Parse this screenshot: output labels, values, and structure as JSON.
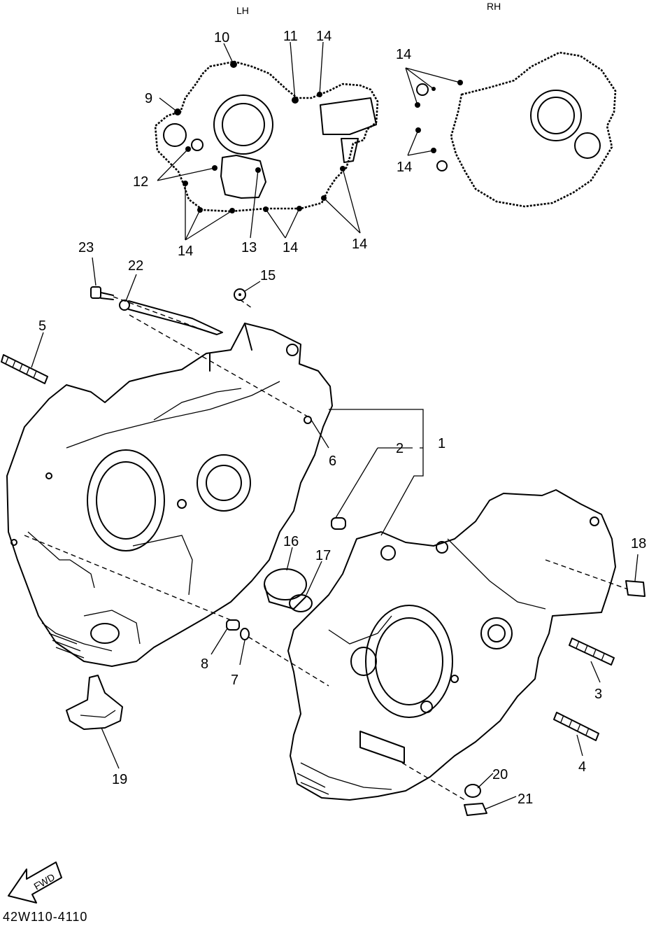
{
  "views": {
    "lh": "LH",
    "rh": "RH"
  },
  "callouts": [
    "1",
    "2",
    "3",
    "4",
    "5",
    "6",
    "7",
    "8",
    "9",
    "10",
    "11",
    "12",
    "13",
    "14",
    "15",
    "16",
    "17",
    "18",
    "19",
    "20",
    "21",
    "22",
    "23"
  ],
  "fwd_label": "FWD",
  "drawing_code": "42W110-4110"
}
